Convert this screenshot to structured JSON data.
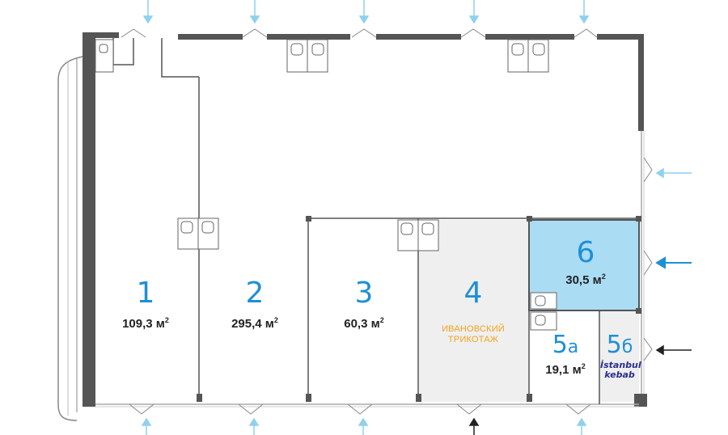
{
  "units": [
    {
      "id": "1",
      "area": "109,3 м",
      "sup": "2"
    },
    {
      "id": "2",
      "area": "295,4 м",
      "sup": "2"
    },
    {
      "id": "3",
      "area": "60,3 м",
      "sup": "2"
    },
    {
      "id": "4",
      "tenant_line1": "ИВАНОВСКИЙ",
      "tenant_line2": "ТРИКОТАЖ"
    },
    {
      "id": "6",
      "area": "30,5 м",
      "sup": "2"
    },
    {
      "id": "5",
      "suffix": "а",
      "area": "19,1 м",
      "sup": "2"
    },
    {
      "id": "5",
      "suffix": "б",
      "logo_line1": "İstanbul",
      "logo_line2": "kebab"
    }
  ],
  "colors": {
    "wall": "#555555",
    "accent_blue": "#1e8fd6",
    "highlight_fill": "#aadcf4",
    "shaded_fill": "#efefef",
    "entry_arrow": "#8fd0ee",
    "main_arrow": "#1e8fd6",
    "dark_arrow": "#222222",
    "tenant_orange": "#f3a21c",
    "logo_navy": "#2b2f8e"
  }
}
